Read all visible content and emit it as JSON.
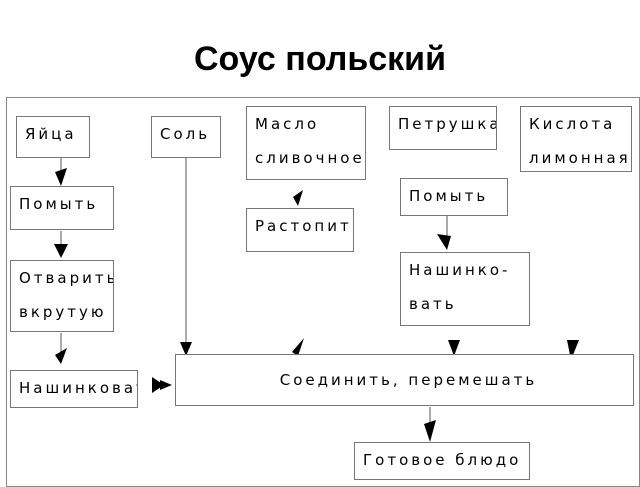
{
  "title": "Соус польский",
  "nodes": {
    "eggs": "Яйца",
    "salt": "Соль",
    "butter": "Масло\nсливочное",
    "parsley": "Петрушка",
    "acid": "Кислота\nлимонная",
    "wash_eggs": "Помыть",
    "melt": "Растопить",
    "wash_parsley": "Помыть",
    "boil": "Отварить\nвкрутую",
    "chop_parsley": "Нашинко-\nвать",
    "combine": "Соединить, перемешать",
    "chop_eggs": "Нашинковать",
    "done": "Готовое блюдо"
  }
}
